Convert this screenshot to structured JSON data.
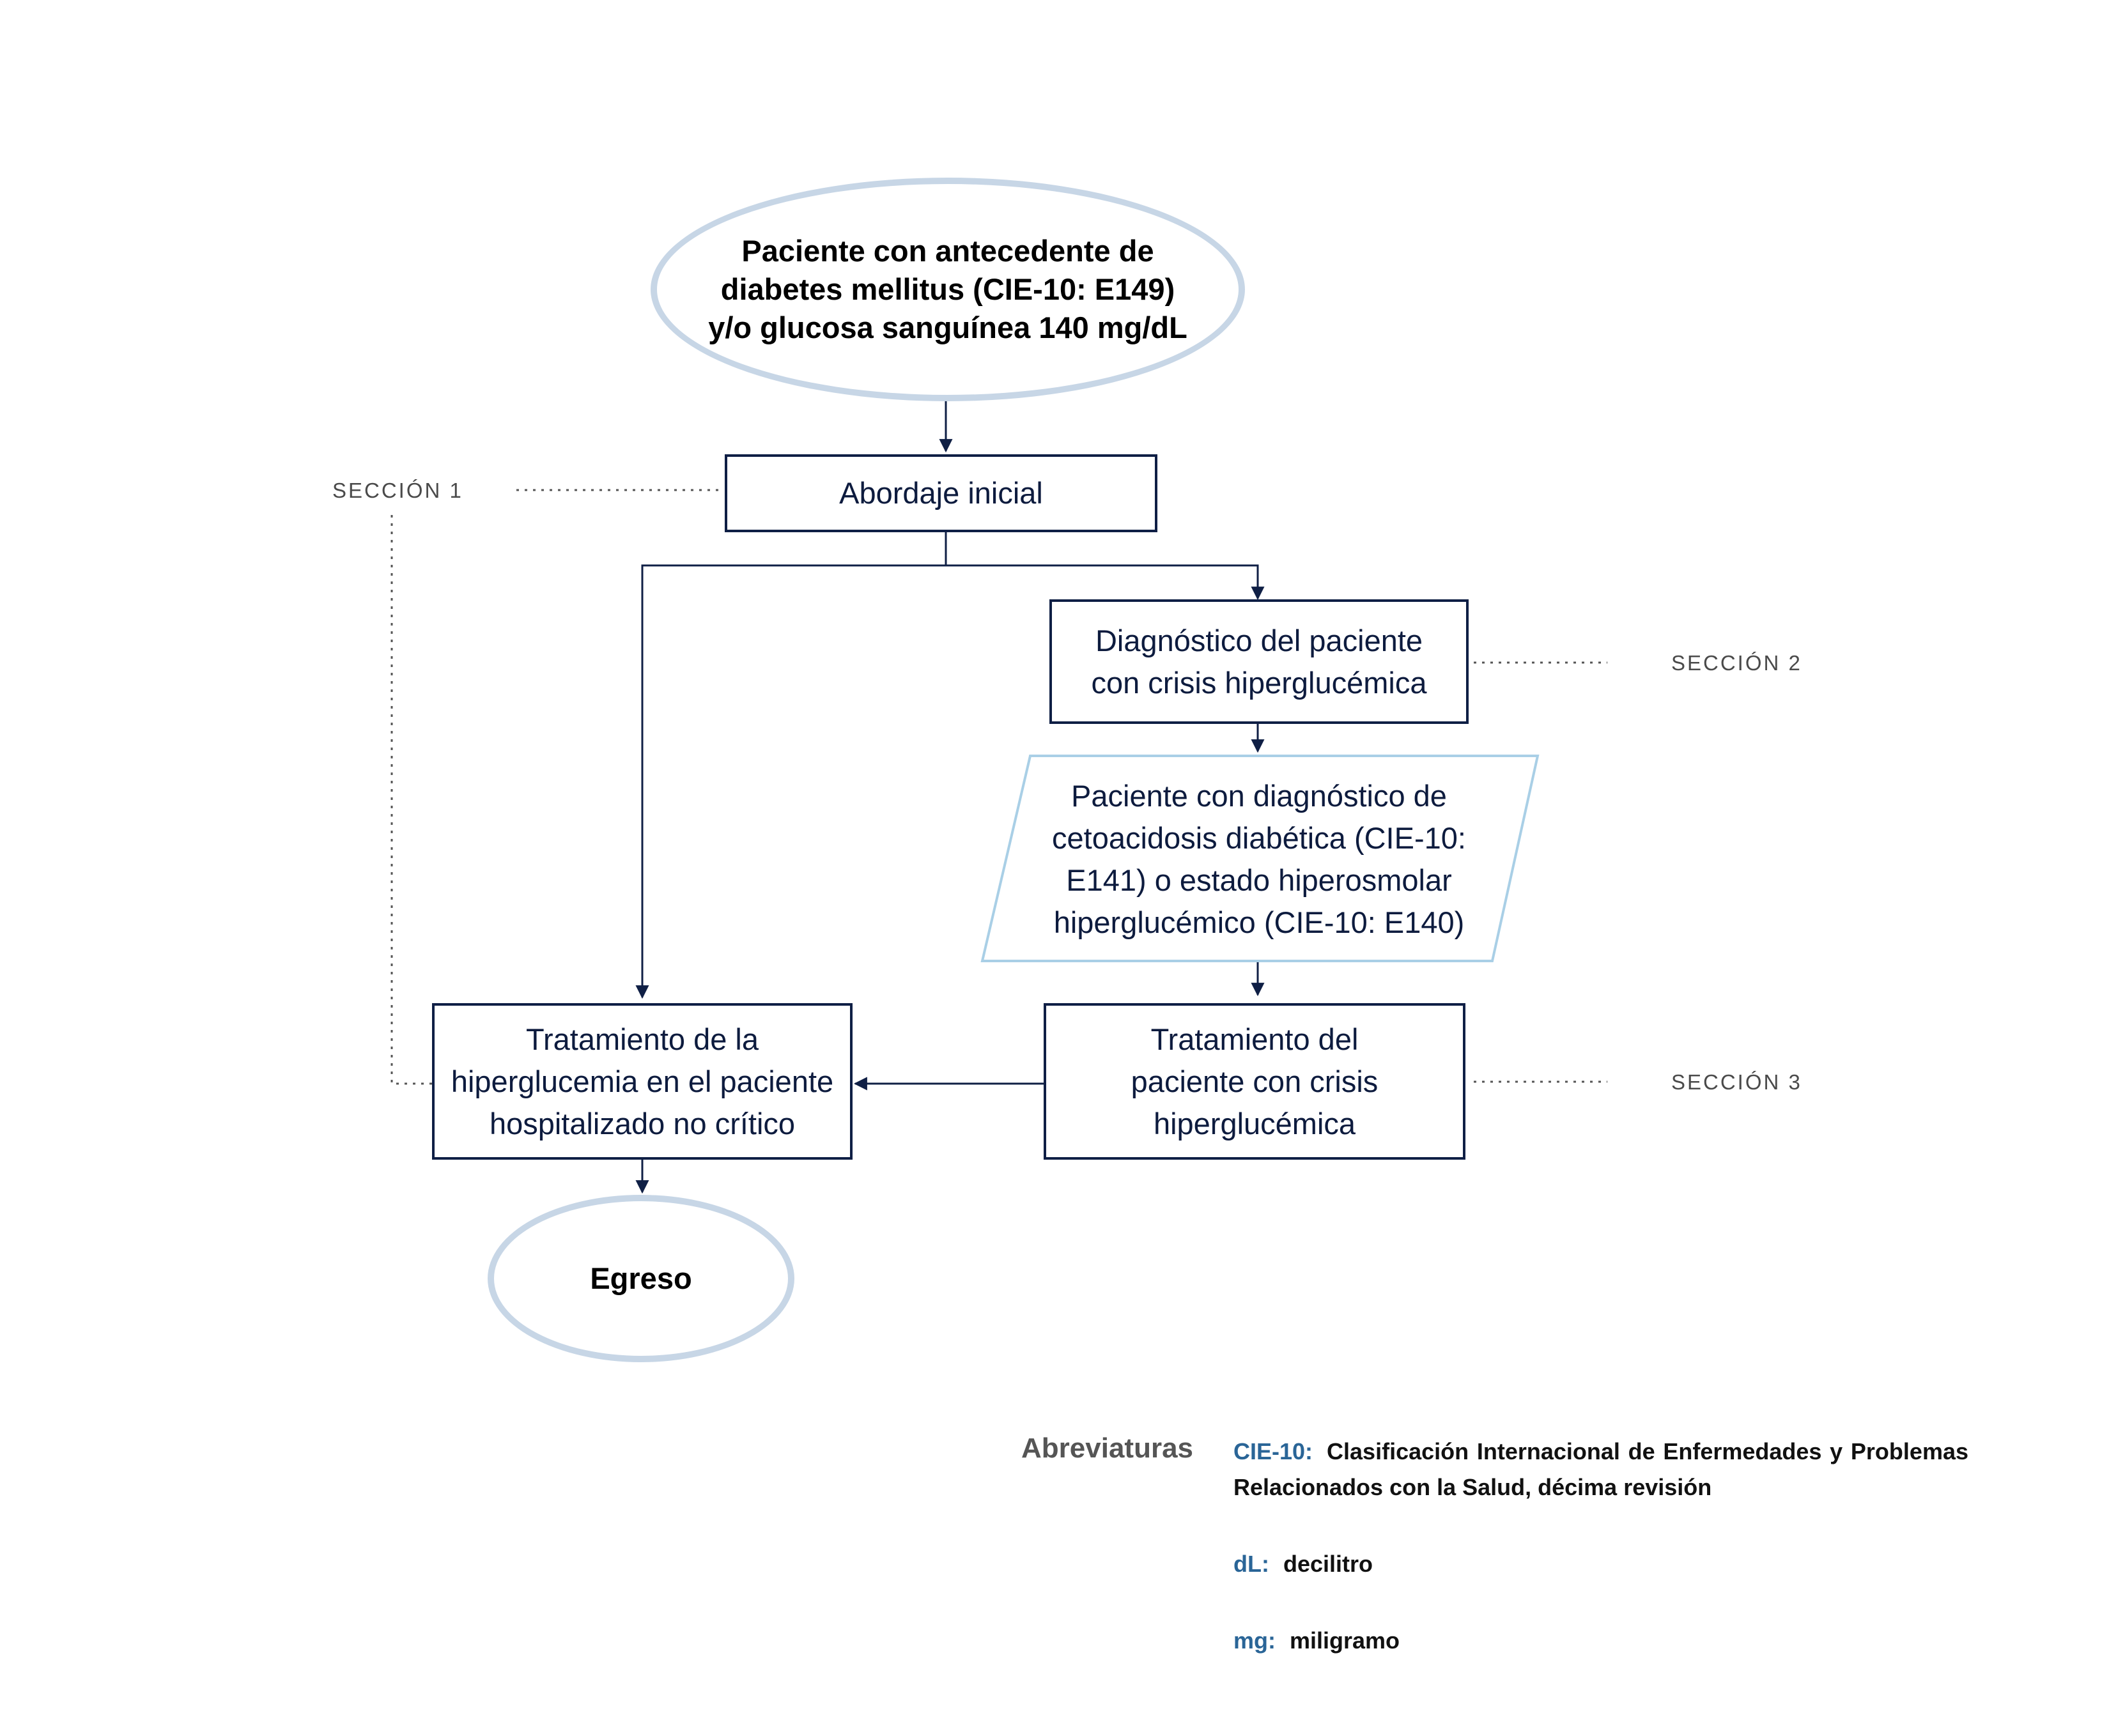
{
  "nodes": {
    "start": "Paciente con antecedente de diabetes mellitus (CIE-10: E149) y/o glucosa sanguínea 140 mg/dL",
    "abordaje": "Abordaje inicial",
    "diagnostico": "Diagnóstico del paciente con crisis hiperglucémica",
    "paciente_dx": "Paciente con diagnóstico de cetoacidosis diabética (CIE-10: E141) o estado hiperosmolar hiperglucémico (CIE-10: E140)",
    "tratamiento_no_critico": "Tratamiento de la hiperglucemia en el paciente hospitalizado no crítico",
    "tratamiento_crisis": "Tratamiento del paciente con crisis hiperglucémica",
    "egreso": "Egreso"
  },
  "sections": {
    "s1": "SECCIÓN 1",
    "s2": "SECCIÓN 2",
    "s3": "SECCIÓN 3"
  },
  "abbreviations": {
    "title": "Abreviaturas",
    "items": [
      {
        "term": "CIE-10:",
        "definition": "Clasificación Internacional de Enfermedades y Problemas Relacionados con la Salud, décima revisión"
      },
      {
        "term": "dL:",
        "definition": "decilitro"
      },
      {
        "term": "mg:",
        "definition": "miligramo"
      }
    ]
  },
  "colors": {
    "box_border": "#0f1f45",
    "oval_border": "#c7d6e6",
    "parallelogram_border": "#a9cfe6",
    "term": "#2a6597"
  }
}
